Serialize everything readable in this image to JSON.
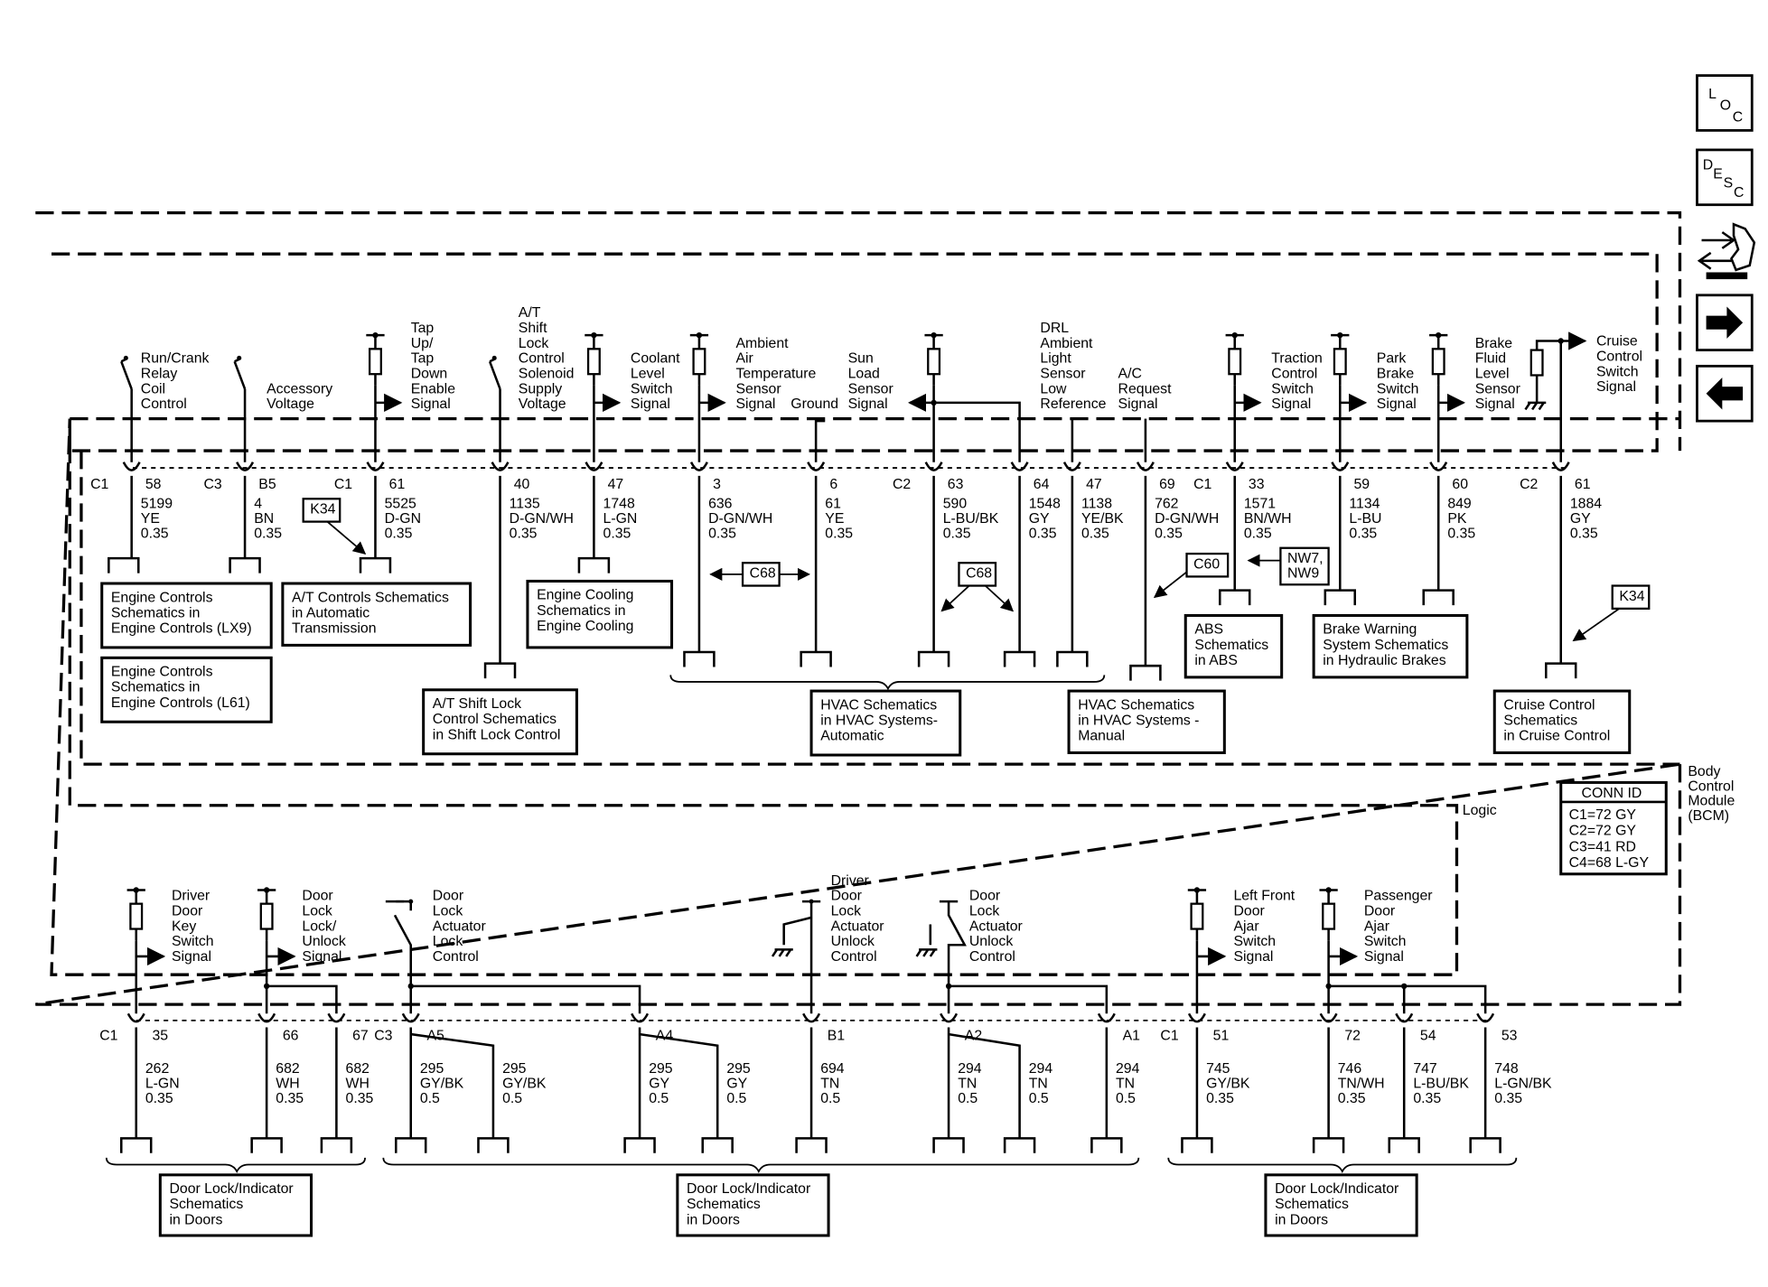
{
  "nav": {
    "loc": [
      "L",
      "O",
      "C"
    ],
    "desc": [
      "D",
      "E",
      "S",
      "C"
    ]
  },
  "module": {
    "name_lines": [
      "Body",
      "Control",
      "Module",
      "(BCM)"
    ],
    "logic_label": "Logic"
  },
  "conn_id": {
    "title": "CONN ID",
    "lines": [
      "C1=72 GY",
      "C2=72 GY",
      "C3=41 RD",
      "C4=68 L-GY"
    ]
  },
  "top": {
    "signals": [
      {
        "lines": [
          "Run/Crank",
          "Relay",
          "Coil",
          "Control"
        ]
      },
      {
        "lines": [
          "Accessory",
          "Voltage"
        ]
      },
      {
        "lines": [
          "Tap",
          "Up/",
          "Tap",
          "Down",
          "Enable",
          "Signal"
        ]
      },
      {
        "lines": [
          "A/T",
          "Shift",
          "Lock",
          "Control",
          "Solenoid",
          "Supply",
          "Voltage"
        ]
      },
      {
        "lines": [
          "Coolant",
          "Level",
          "Switch",
          "Signal"
        ]
      },
      {
        "lines": [
          "Ambient",
          "Air",
          "Temperature",
          "Sensor",
          "Signal"
        ]
      },
      {
        "lines": [
          "Ground"
        ]
      },
      {
        "lines": [
          "Sun",
          "Load",
          "Sensor",
          "Signal"
        ]
      },
      {
        "lines": [
          "DRL",
          "Ambient",
          "Light",
          "Sensor",
          "Low",
          "Reference"
        ]
      },
      {
        "lines": [
          "A/C",
          "Request",
          "Signal"
        ]
      },
      {
        "lines": [
          "Traction",
          "Control",
          "Switch",
          "Signal"
        ]
      },
      {
        "lines": [
          "Park",
          "Brake",
          "Switch",
          "Signal"
        ]
      },
      {
        "lines": [
          "Brake",
          "Fluid",
          "Level",
          "Sensor",
          "Signal"
        ]
      },
      {
        "lines": [
          "Cruise",
          "Control",
          "Switch",
          "Signal"
        ]
      }
    ],
    "pins": [
      {
        "conn": "C1",
        "pin": "58",
        "circuit": "5199",
        "color": "YE",
        "size": "0.35"
      },
      {
        "conn": "C3",
        "pin": "B5",
        "circuit": "4",
        "color": "BN",
        "size": "0.35"
      },
      {
        "conn": "C1",
        "pin": "61",
        "circuit": "5525",
        "color": "D-GN",
        "size": "0.35"
      },
      {
        "conn": "",
        "pin": "40",
        "circuit": "1135",
        "color": "D-GN/WH",
        "size": "0.35"
      },
      {
        "conn": "",
        "pin": "47",
        "circuit": "1748",
        "color": "L-GN",
        "size": "0.35"
      },
      {
        "conn": "",
        "pin": "3",
        "circuit": "636",
        "color": "D-GN/WH",
        "size": "0.35"
      },
      {
        "conn": "",
        "pin": "6",
        "circuit": "61",
        "color": "YE",
        "size": "0.35"
      },
      {
        "conn": "C2",
        "pin": "63",
        "circuit": "590",
        "color": "L-BU/BK",
        "size": "0.35"
      },
      {
        "conn": "",
        "pin": "64",
        "circuit": "1548",
        "color": "GY",
        "size": "0.35"
      },
      {
        "conn": "",
        "pin": "47",
        "circuit": "1138",
        "color": "YE/BK",
        "size": "0.35"
      },
      {
        "conn": "",
        "pin": "69",
        "circuit": "762",
        "color": "D-GN/WH",
        "size": "0.35"
      },
      {
        "conn": "C1",
        "pin": "33",
        "circuit": "1571",
        "color": "BN/WH",
        "size": "0.35"
      },
      {
        "conn": "",
        "pin": "59",
        "circuit": "1134",
        "color": "L-BU",
        "size": "0.35"
      },
      {
        "conn": "",
        "pin": "60",
        "circuit": "849",
        "color": "PK",
        "size": "0.35"
      },
      {
        "conn": "C2",
        "pin": "61",
        "circuit": "1884",
        "color": "GY",
        "size": "0.35"
      }
    ],
    "options": [
      "K34",
      "C68",
      "C68",
      "C60",
      "NW7,",
      "NW9",
      "K34"
    ],
    "refs": [
      {
        "lines": [
          "Engine Controls",
          "Schematics in",
          "Engine Controls (LX9)"
        ]
      },
      {
        "lines": [
          "Engine Controls",
          "Schematics in",
          "Engine Controls (L61)"
        ]
      },
      {
        "lines": [
          "A/T Controls Schematics",
          "in Automatic",
          "Transmission"
        ]
      },
      {
        "lines": [
          "A/T Shift Lock",
          "Control Schematics",
          "in Shift Lock Control"
        ]
      },
      {
        "lines": [
          "Engine Cooling",
          "Schematics in",
          "Engine Cooling"
        ]
      },
      {
        "lines": [
          "HVAC Schematics",
          "in HVAC Systems-",
          "Automatic"
        ]
      },
      {
        "lines": [
          "HVAC Schematics",
          "in HVAC Systems -",
          "Manual"
        ]
      },
      {
        "lines": [
          "ABS",
          "Schematics",
          "in ABS"
        ]
      },
      {
        "lines": [
          "Brake Warning",
          "System Schematics",
          "in Hydraulic Brakes"
        ]
      },
      {
        "lines": [
          "Cruise Control",
          "Schematics",
          "in Cruise Control"
        ]
      }
    ]
  },
  "bottom": {
    "signals": [
      {
        "lines": [
          "Driver",
          "Door",
          "Key",
          "Switch",
          "Signal"
        ]
      },
      {
        "lines": [
          "Door",
          "Lock",
          "Lock/",
          "Unlock",
          "Signal"
        ]
      },
      {
        "lines": [
          "Door",
          "Lock",
          "Actuator",
          "Lock",
          "Control"
        ]
      },
      {
        "lines": [
          "Driver",
          "Door",
          "Lock",
          "Actuator",
          "Unlock",
          "Control"
        ]
      },
      {
        "lines": [
          "Door",
          "Lock",
          "Actuator",
          "Unlock",
          "Control"
        ]
      },
      {
        "lines": [
          "Left Front",
          "Door",
          "Ajar",
          "Switch",
          "Signal"
        ]
      },
      {
        "lines": [
          "Passenger",
          "Door",
          "Ajar",
          "Switch",
          "Signal"
        ]
      }
    ],
    "pins": [
      {
        "conn": "C1",
        "pin": "35",
        "circuit": "262",
        "color": "L-GN",
        "size": "0.35"
      },
      {
        "conn": "",
        "pin": "66",
        "circuit": "682",
        "color": "WH",
        "size": "0.35"
      },
      {
        "conn": "",
        "pin": "67",
        "circuit": "682",
        "color": "WH",
        "size": "0.35"
      },
      {
        "conn": "C3",
        "pin": "A5",
        "circuit": "295",
        "color": "GY/BK",
        "size": "0.5"
      },
      {
        "conn": "",
        "pin": "",
        "circuit": "295",
        "color": "GY/BK",
        "size": "0.5"
      },
      {
        "conn": "",
        "pin": "A4",
        "circuit": "295",
        "color": "GY",
        "size": "0.5"
      },
      {
        "conn": "",
        "pin": "",
        "circuit": "295",
        "color": "GY",
        "size": "0.5"
      },
      {
        "conn": "",
        "pin": "B1",
        "circuit": "694",
        "color": "TN",
        "size": "0.5"
      },
      {
        "conn": "",
        "pin": "A2",
        "circuit": "294",
        "color": "TN",
        "size": "0.5"
      },
      {
        "conn": "",
        "pin": "",
        "circuit": "294",
        "color": "TN",
        "size": "0.5"
      },
      {
        "conn": "",
        "pin": "A1",
        "circuit": "294",
        "color": "TN",
        "size": "0.5"
      },
      {
        "conn": "C1",
        "pin": "51",
        "circuit": "745",
        "color": "GY/BK",
        "size": "0.35"
      },
      {
        "conn": "",
        "pin": "72",
        "circuit": "746",
        "color": "TN/WH",
        "size": "0.35"
      },
      {
        "conn": "",
        "pin": "54",
        "circuit": "747",
        "color": "L-BU/BK",
        "size": "0.35"
      },
      {
        "conn": "",
        "pin": "53",
        "circuit": "748",
        "color": "L-GN/BK",
        "size": "0.35"
      }
    ],
    "refs": [
      {
        "lines": [
          "Door Lock/Indicator",
          "Schematics",
          "in Doors"
        ]
      },
      {
        "lines": [
          "Door Lock/Indicator",
          "Schematics",
          "in Doors"
        ]
      },
      {
        "lines": [
          "Door Lock/Indicator",
          "Schematics",
          "in Doors"
        ]
      }
    ]
  }
}
